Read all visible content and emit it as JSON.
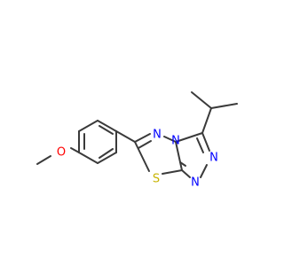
{
  "molecule": {
    "atoms": {
      "oxygen": "O",
      "sulfur": "S",
      "n_thiadiazole": "N",
      "n_bridge": "N",
      "n_triazole_upper": "N",
      "n_triazole_lower": "N"
    },
    "colors": {
      "bond": "#3a3a3a",
      "oxygen": "#ff0000",
      "nitrogen": "#0000ff",
      "sulfur": "#c8b400"
    }
  }
}
